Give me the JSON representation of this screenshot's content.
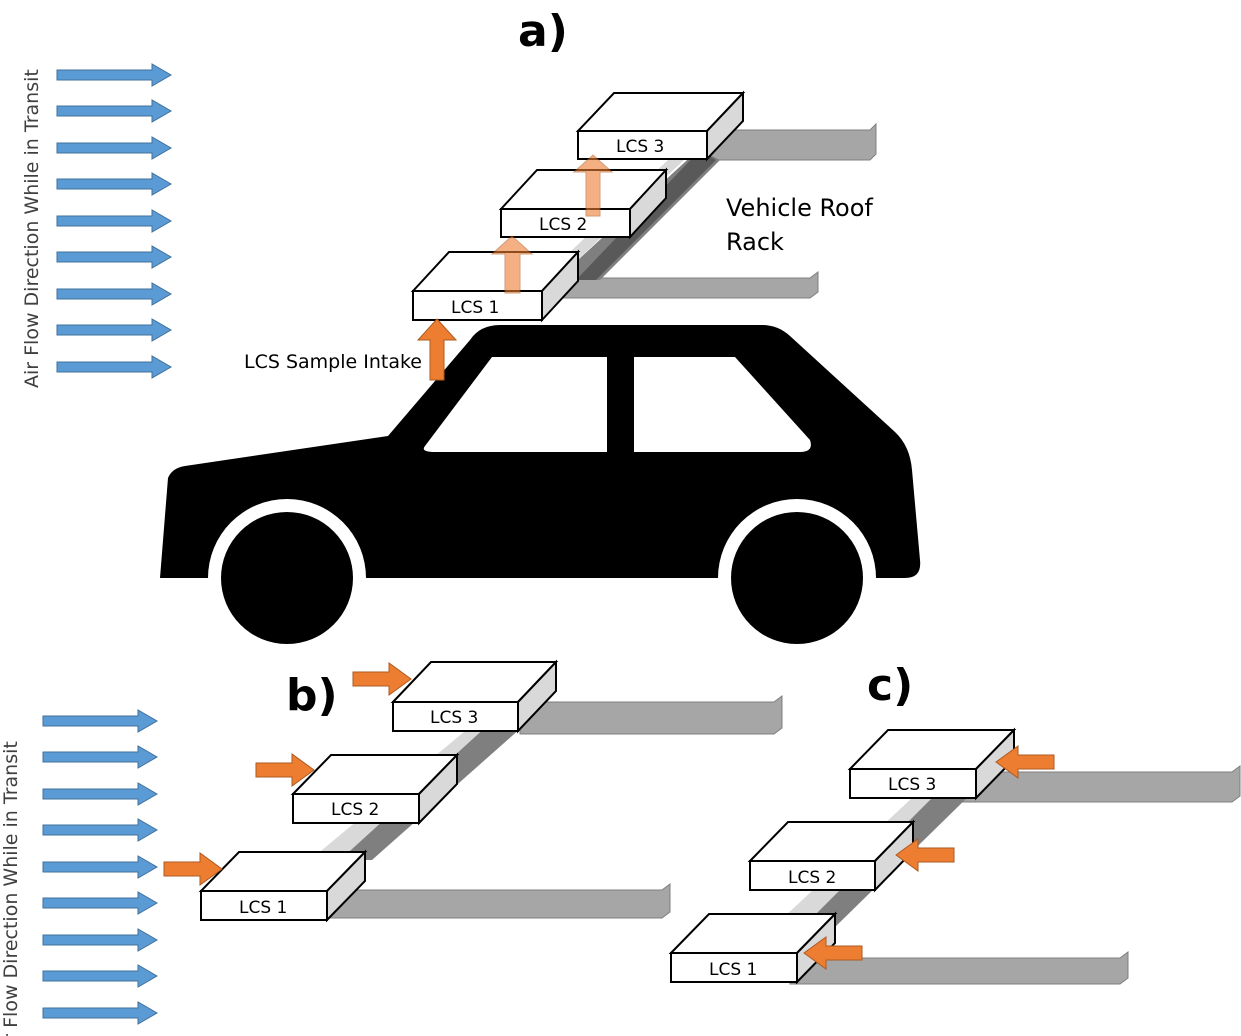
{
  "panels": {
    "a": {
      "title": "a)"
    },
    "b": {
      "title": "b)"
    },
    "c": {
      "title": "c)"
    }
  },
  "airflow_label": "Air Flow Direction While in Transit",
  "airflow_label_bottom": "Air Flow Direction While in Transit",
  "intake_label": "LCS Sample Intake",
  "rack_label": [
    "Vehicle Roof",
    "Rack"
  ],
  "sensors": [
    "LCS 1",
    "LCS 2",
    "LCS 3"
  ],
  "colors": {
    "airflow_arrow": "#5B9BD5",
    "intake_arrow": "#ED7D31",
    "intake_arrow_faded": "#F4B183",
    "rack": "#A6A6A6",
    "rack_dark": "#7F7F7F",
    "box_side": "#D9D9D9",
    "vehicle": "#000000"
  }
}
